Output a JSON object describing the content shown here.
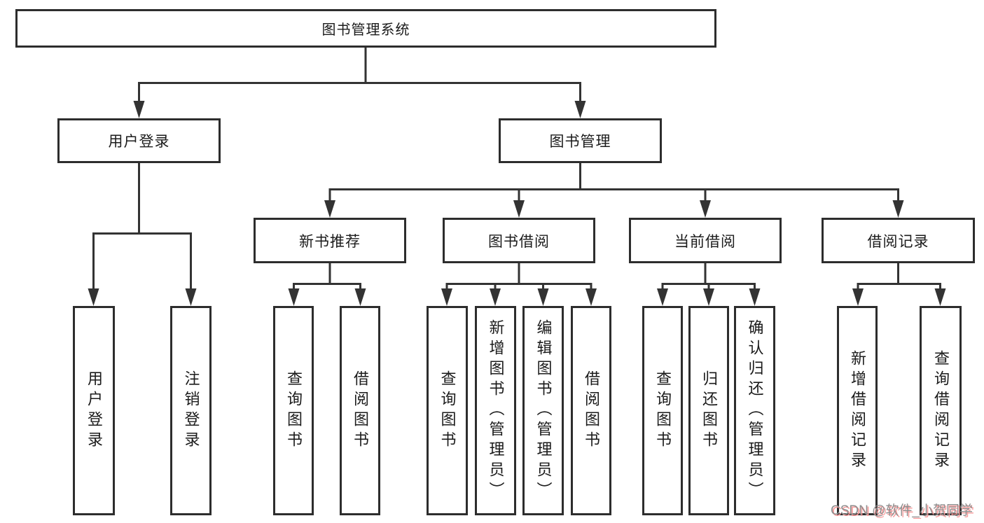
{
  "nodes": {
    "root": "图书管理系统",
    "user_login": "用户登录",
    "book_mgmt": "图书管理",
    "new_book": "新书推荐",
    "book_borrow": "图书借阅",
    "current_borrow": "当前借阅",
    "borrow_record": "借阅记录",
    "leaves_login": [
      "用户登录",
      "注销登录"
    ],
    "leaves_new_book": [
      "查询图书",
      "借阅图书"
    ],
    "leaves_book_borrow": [
      "查询图书",
      "新增图书（管理员）",
      "编辑图书（管理员）",
      "借阅图书"
    ],
    "leaves_current": [
      "查询图书",
      "归还图书",
      "确认归还（管理员）"
    ],
    "leaves_record": [
      "新增借阅记录",
      "查询借阅记录"
    ]
  },
  "watermark": {
    "text": "CSDN @软件_小贺同学"
  },
  "colors": {
    "line": "#333333",
    "box_border": "#2d2d2d",
    "text": "#1b1b1b",
    "background": "#ffffff",
    "watermark_gray": "#8e8e8e",
    "watermark_pink": "#f79b9b"
  }
}
